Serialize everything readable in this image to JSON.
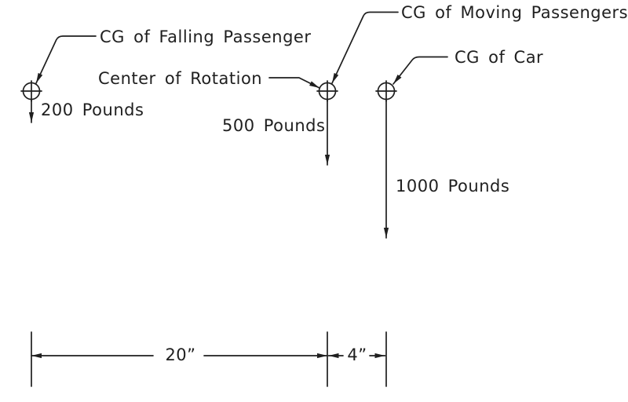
{
  "diagram_title": "free-body-diagram-of-car-and-passengers",
  "colors": {
    "ink": "#1f1f1f",
    "background": "#ffffff"
  },
  "labels": {
    "falling_passenger": "CG of Falling Passenger",
    "center_of_rotation": "Center of Rotation",
    "moving_passengers": "CG of Moving Passengers",
    "car": "CG of Car"
  },
  "forces": {
    "falling_passenger": "200 Pounds",
    "center_of_rotation": "500 Pounds",
    "car": "1000 Pounds"
  },
  "dimensions": {
    "left_span": "20”",
    "right_span": "4”"
  }
}
